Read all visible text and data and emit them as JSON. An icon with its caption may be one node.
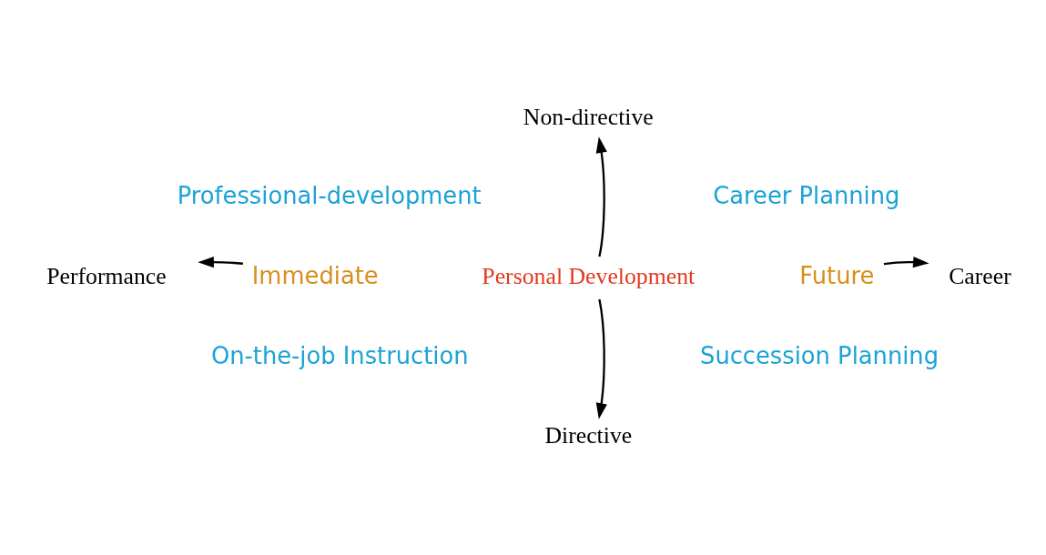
{
  "diagram": {
    "nodes": [
      {
        "text": [
          "Non-directive"
        ]
      },
      {
        "text": [
          "Personal Development"
        ]
      },
      {
        "text": [
          "Performance"
        ]
      },
      {
        "text": [
          "Immediate"
        ]
      },
      {
        "text": [
          "Future"
        ]
      },
      {
        "text": [
          "Career"
        ]
      },
      {
        "text": [
          "Directive"
        ]
      }
    ],
    "edges": [
      {
        "from": 1,
        "to": 0,
        "arrow": "to"
      },
      {
        "from": 3,
        "to": 2,
        "arrow": "to"
      },
      {
        "from": 4,
        "to": 5,
        "arrow": "to"
      },
      {
        "from": 1,
        "to": 6,
        "arrow": "to"
      }
    ],
    "labels": [
      "Professional-development",
      "Career Planning",
      "On-the-job Instruction",
      "Succession Planning"
    ]
  }
}
